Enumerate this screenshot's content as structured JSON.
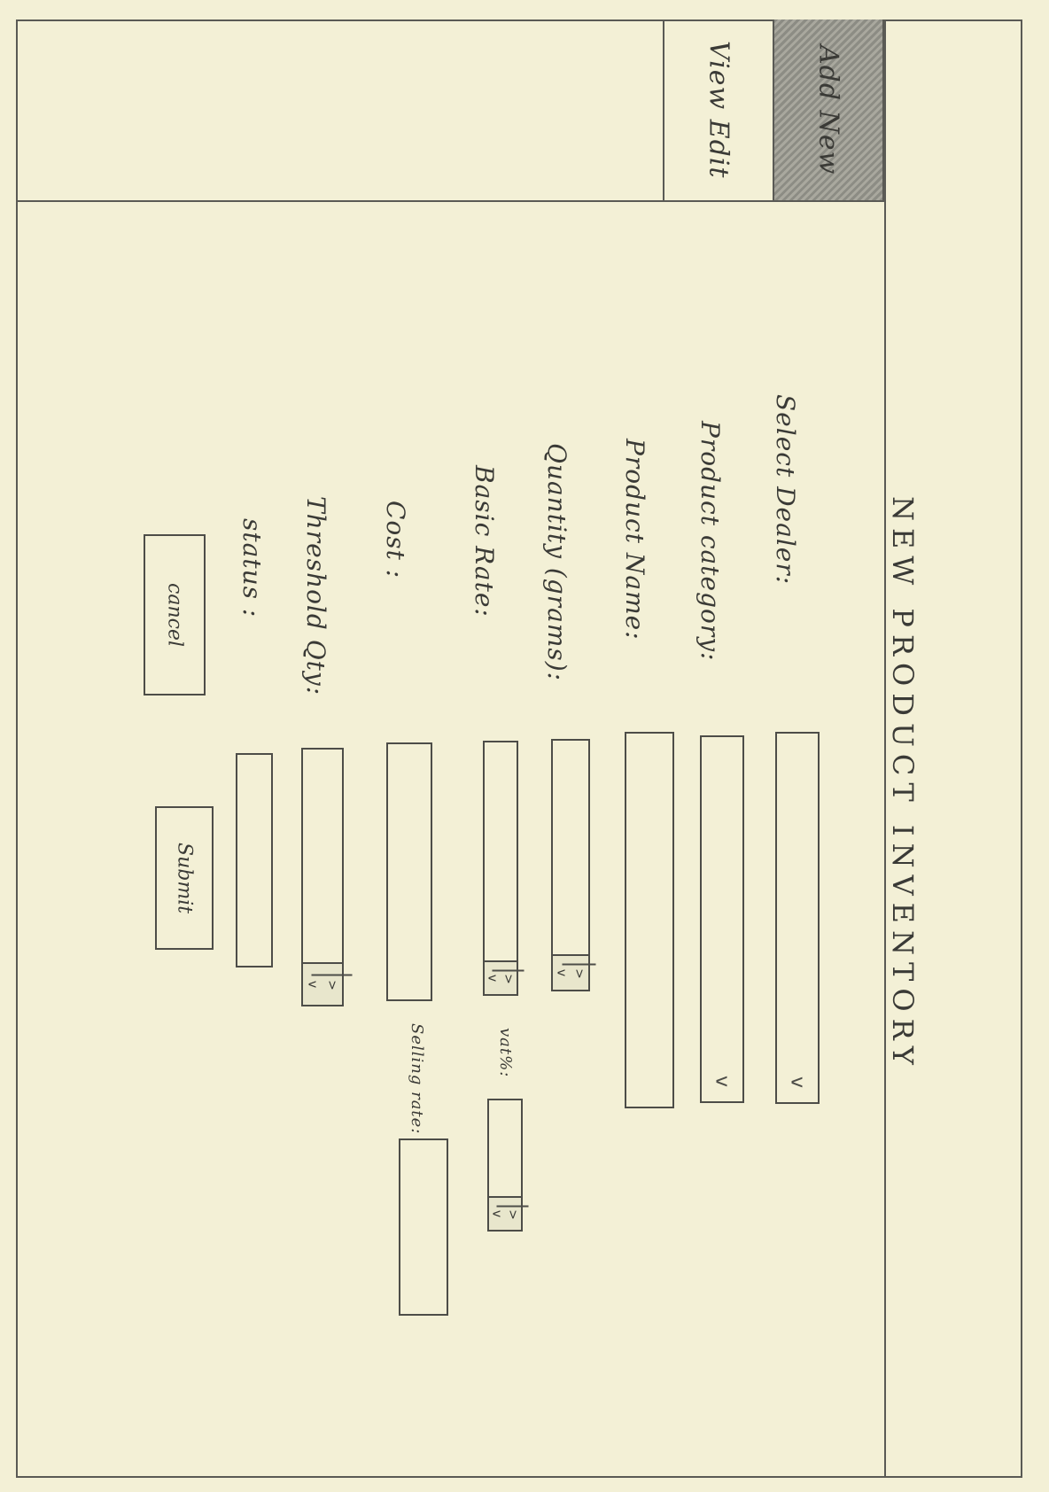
{
  "page_title": "New Product Inventory",
  "nav": {
    "tabs": [
      {
        "label": "Add New",
        "active": true
      },
      {
        "label": "View Edit",
        "active": false
      }
    ]
  },
  "form": {
    "labels": {
      "select_dealer": "Select Dealer:",
      "product_category": "Product category:",
      "product_name": "Product Name:",
      "quantity": "Quantity (grams):",
      "basic_rate": "Basic Rate:",
      "cost": "Cost :",
      "threshold_qty": "Threshold Qty:",
      "status": "status :",
      "vat": "vat%:",
      "selling_rate": "Selling rate:"
    },
    "dropdown_glyph": "v",
    "spin_up": ">",
    "spin_down": "v"
  },
  "buttons": {
    "cancel": "cancel",
    "submit": "Submit"
  },
  "colors": {
    "paper": "#f3f0d6",
    "ink": "#3a3a36",
    "active_tab": "#9a998f"
  }
}
